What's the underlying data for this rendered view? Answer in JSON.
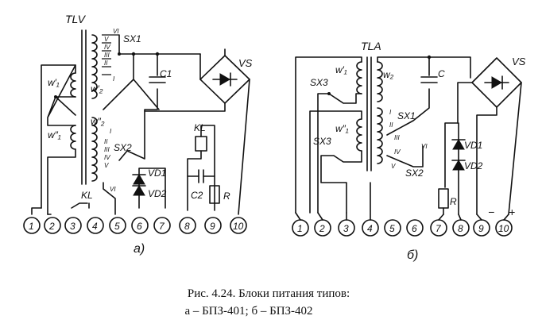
{
  "diagram_a": {
    "transformer": "TLV",
    "switch1": "SX1",
    "switch2": "SX2",
    "capacitor1": "C1",
    "bridge": "VS",
    "relay": "KL",
    "relay_contact": "KL",
    "diode1": "VD1",
    "diode2": "VD2",
    "capacitor2": "C2",
    "resistor": "R",
    "w1p": "w′₁",
    "w1pp": "w″₁",
    "w2p": "w′₂",
    "w2pp": "w″₂",
    "taps1": [
      "VI",
      "V",
      "IV",
      "III",
      "II",
      "I"
    ],
    "taps2": [
      "I",
      "II",
      "III",
      "IV",
      "V",
      "VI"
    ],
    "terminals": [
      "1",
      "2",
      "3",
      "4",
      "5",
      "6",
      "7",
      "8",
      "9",
      "10"
    ],
    "label": "а)"
  },
  "diagram_b": {
    "transformer": "TLA",
    "switch3a": "SX3",
    "switch3b": "SX3",
    "switch1": "SX1",
    "switch2": "SX2",
    "capacitor": "C",
    "bridge": "VS",
    "diode1": "VD1",
    "diode2": "VD2",
    "resistor": "R",
    "w1p": "w′₁",
    "w1pp": "w″₁",
    "w2": "w₂",
    "taps": [
      "I",
      "II",
      "III",
      "IV",
      "V"
    ],
    "tap6": "VI",
    "minus": "−",
    "plus": "+",
    "terminals": [
      "1",
      "2",
      "3",
      "4",
      "5",
      "6",
      "7",
      "8",
      "9",
      "10"
    ],
    "label": "б)"
  },
  "caption": {
    "line1": "Рис. 4.24. Блоки питания типов:",
    "line2": "а – БПЗ-401;  б – БПЗ-402"
  }
}
